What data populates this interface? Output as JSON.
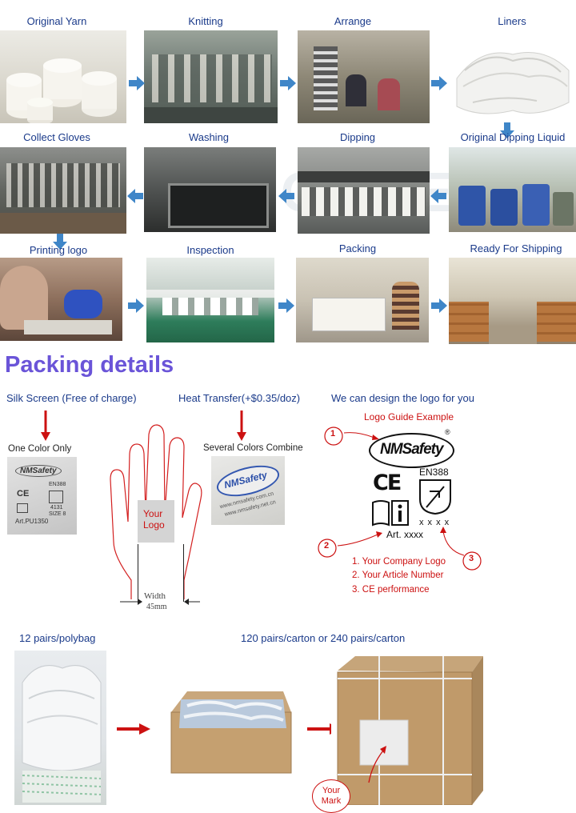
{
  "process": {
    "steps": [
      {
        "label": "Original Yarn"
      },
      {
        "label": "Knitting"
      },
      {
        "label": "Arrange"
      },
      {
        "label": "Liners"
      },
      {
        "label": "Collect Gloves"
      },
      {
        "label": "Washing"
      },
      {
        "label": "Dipping"
      },
      {
        "label": "Original Dipping Liquid"
      },
      {
        "label": "Printing logo"
      },
      {
        "label": "Inspection"
      },
      {
        "label": "Packing"
      },
      {
        "label": "Ready For Shipping"
      }
    ],
    "colors": {
      "arrow": "#3f86c8",
      "title": "#1a3a8a"
    }
  },
  "packing": {
    "title": "Packing details",
    "silk_screen": {
      "label": "Silk Screen (Free of charge)",
      "sub": "One Color Only",
      "tag": {
        "brand": "NMSafety",
        "en": "EN388",
        "code": "4131",
        "size": "SIZE 8",
        "art": "Art.PU1350"
      }
    },
    "heat_transfer": {
      "label": "Heat Transfer(+$0.35/doz)",
      "sub": "Several Colors Combine",
      "tag": {
        "brand": "NMSafety",
        "url1": "www.nmsafety.com.cn",
        "url2": "www.nmsafety.net.cn"
      }
    },
    "glove": {
      "logo_text": "Your Logo",
      "width_label": "Width",
      "width_value": "45mm"
    },
    "design": {
      "label": "We can design the logo for you",
      "example_title": "Logo Guide Example",
      "brand": "NMSafety",
      "en": "EN388",
      "xxxx": "x x x x",
      "art": "Art. xxxx",
      "ce": "CE",
      "markers": [
        "1",
        "2",
        "3"
      ],
      "notes": [
        "1. Your Company Logo",
        "2. Your Article Number",
        "3. CE performance"
      ]
    },
    "polybag": {
      "label": "12 pairs/polybag"
    },
    "carton": {
      "label": "120 pairs/carton or 240 pairs/carton"
    },
    "mark": {
      "line1": "Your",
      "line2": "Mark"
    },
    "colors": {
      "accent": "#cc1111",
      "heading": "#6a54d8"
    }
  }
}
